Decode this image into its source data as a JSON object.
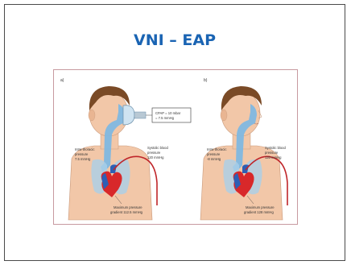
{
  "slide": {
    "title": "VNI – EAP"
  },
  "figure": {
    "panel_a": {
      "label": "a)",
      "cpap_box": [
        "CPAP = 10 mbar",
        "= 7.5 mmHg"
      ],
      "intrathoracic": [
        "Intra-thoracic",
        "pressure",
        "7.5 mmHg"
      ],
      "systolic": [
        "Systolic blood",
        "pressure",
        "120 mmHg"
      ],
      "gradient": [
        "Maximum pressure",
        "gradient 112.5 mmHg"
      ]
    },
    "panel_b": {
      "label": "b)",
      "intrathoracic": [
        "Intra-thoracic",
        "pressure",
        "-8 mmHg"
      ],
      "systolic": [
        "Systolic blood",
        "pressure",
        "120 mmHg"
      ],
      "gradient": [
        "Maximum pressure",
        "gradient 128 mmHg"
      ]
    },
    "colors": {
      "title": "#1a64b3",
      "skin": "#f2c7a8",
      "hair": "#7a4a26",
      "airway": "#7fb8e0",
      "heart_red": "#d8282a",
      "heart_blue": "#2d5fb5",
      "artery": "#c0262a",
      "frame": "#c79aa0"
    },
    "icons": [
      "cpap-mask-icon",
      "heart-icon"
    ]
  }
}
